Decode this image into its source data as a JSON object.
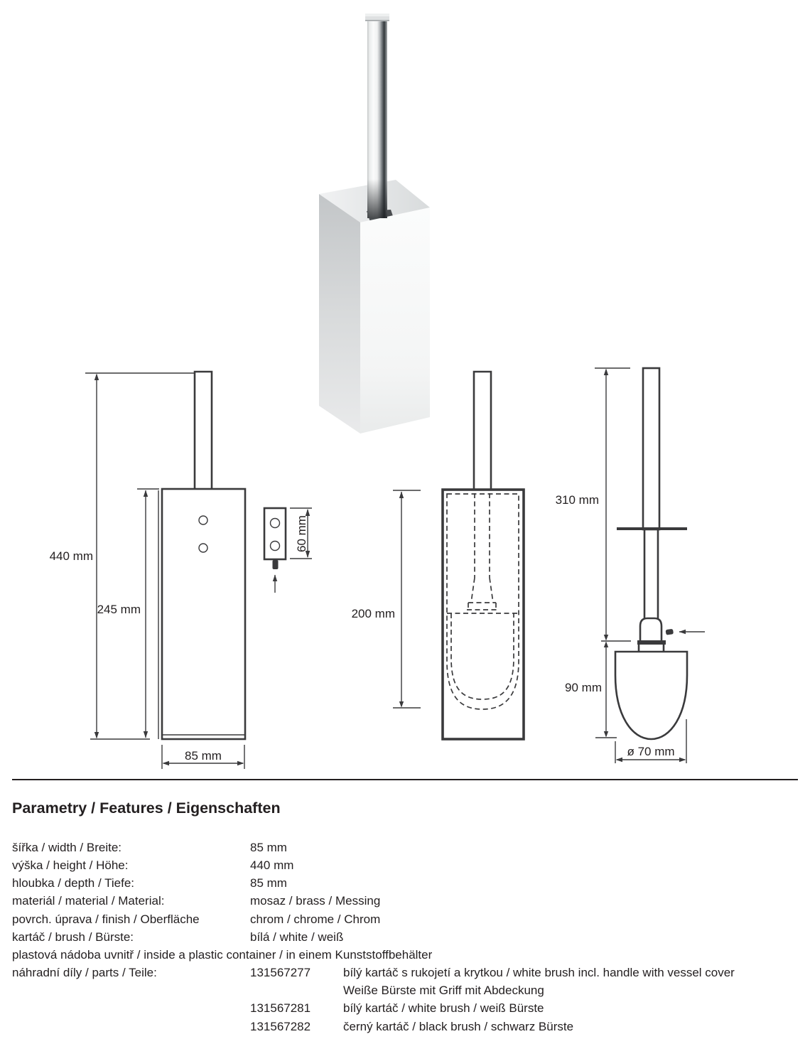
{
  "page": {
    "background": "#ffffff",
    "ink": "#231f20",
    "line_color": "#3a3a3c"
  },
  "drawings": {
    "front": {
      "total": "440 mm",
      "body": "245 mm",
      "width": "85 mm"
    },
    "bracket": {
      "height": "60 mm"
    },
    "section": {
      "depth": "200 mm"
    },
    "brush": {
      "handle": "310 mm",
      "head": "90 mm",
      "diameter": "ø 70 mm"
    }
  },
  "specs": {
    "title": "Parametry / Features / Eigenschaften",
    "rows": [
      {
        "label": "šířka / width / Breite:",
        "value": "85 mm"
      },
      {
        "label": "výška / height / Höhe:",
        "value": "440 mm"
      },
      {
        "label": "hloubka / depth / Tiefe:",
        "value": "85 mm"
      },
      {
        "label": "materiál / material / Material:",
        "value": "mosaz / brass / Messing"
      },
      {
        "label": "povrch. úprava / finish / Oberfläche",
        "value": "chrom / chrome / Chrom"
      },
      {
        "label": "kartáč / brush / Bürste:",
        "value": "bílá / white / weiß"
      }
    ],
    "note": "plastová nádoba uvnitř / inside a plastic container / in einem Kunststoffbehälter",
    "parts": {
      "label": "náhradní díly / parts / Teile:",
      "items": [
        {
          "code": "131567277",
          "lines": [
            "bílý kartáč s rukojetí a krytkou / white brush incl. handle with vessel cover",
            "Weiße Bürste mit Griff mit Abdeckung"
          ]
        },
        {
          "code": "131567281",
          "lines": [
            "bílý kartáč / white brush / weiß Bürste"
          ]
        },
        {
          "code": "131567282",
          "lines": [
            "černý kartáč / black brush / schwarz Bürste"
          ]
        }
      ]
    }
  }
}
